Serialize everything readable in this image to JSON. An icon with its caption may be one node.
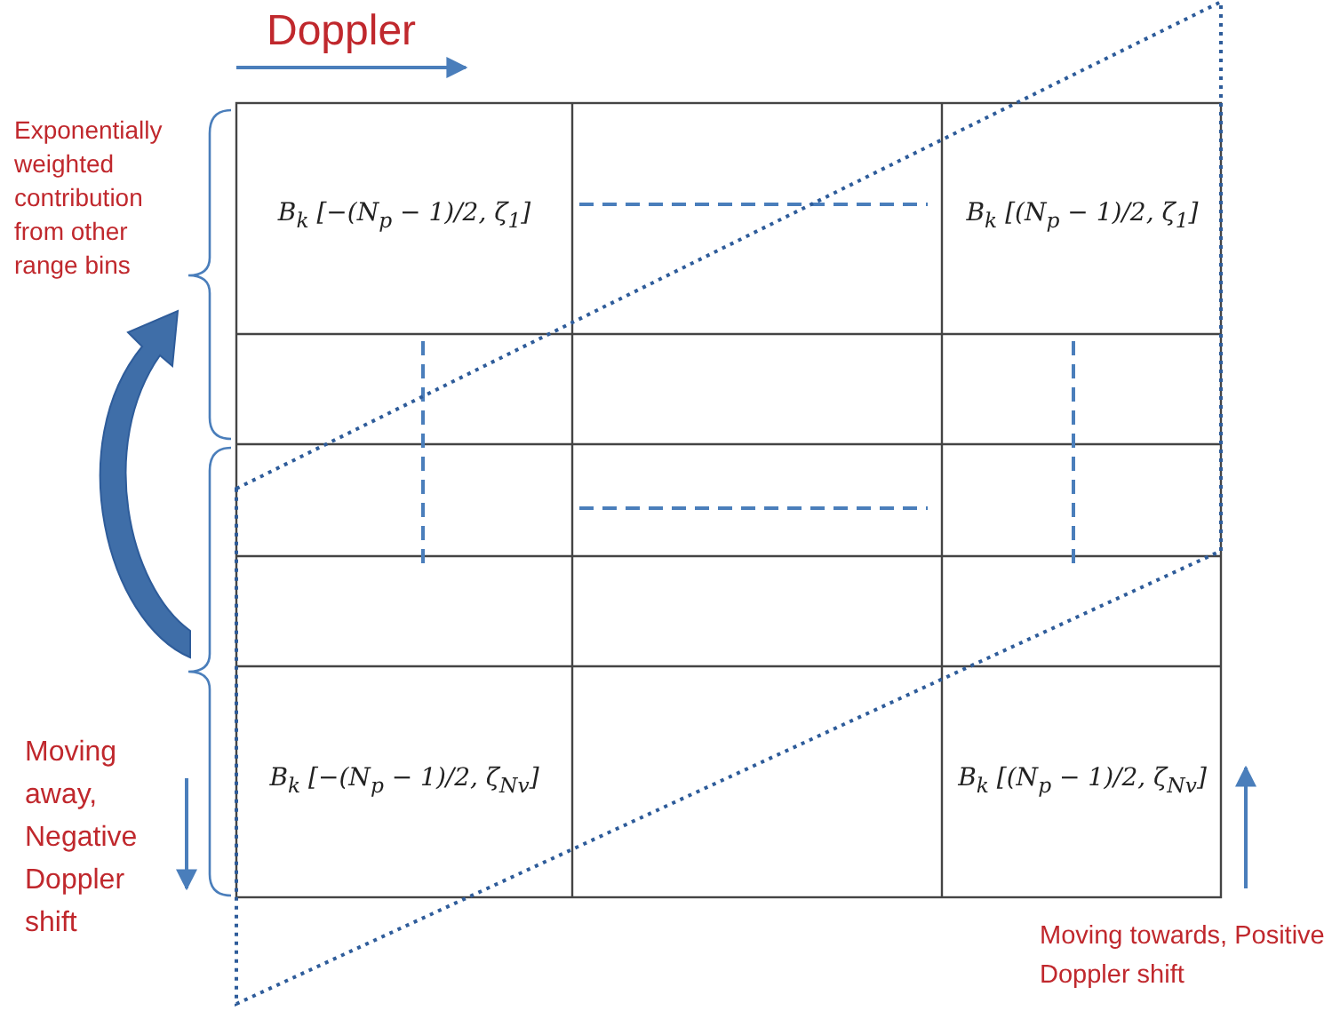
{
  "diagram": {
    "labels": [
      "Doppler",
      "Exponentially weighted contribution from other range bins",
      "B$_{k}$ [−(N$_{p}$ − 1)/2, ζ$_{1}$]",
      "B$_{k}$ [(N$_{p}$ − 1)/2, ζ$_{1}$]",
      "B$_{k}$ [−(N$_{p}$ − 1)/2, ζ$_{Nv}$]",
      "B$_{k}$ [(N$_{p}$ − 1)/2, ζ$_{Nv}$]",
      "Moving away, Negative Doppler shift",
      "Moving towards, Positive Doppler shift"
    ]
  }
}
